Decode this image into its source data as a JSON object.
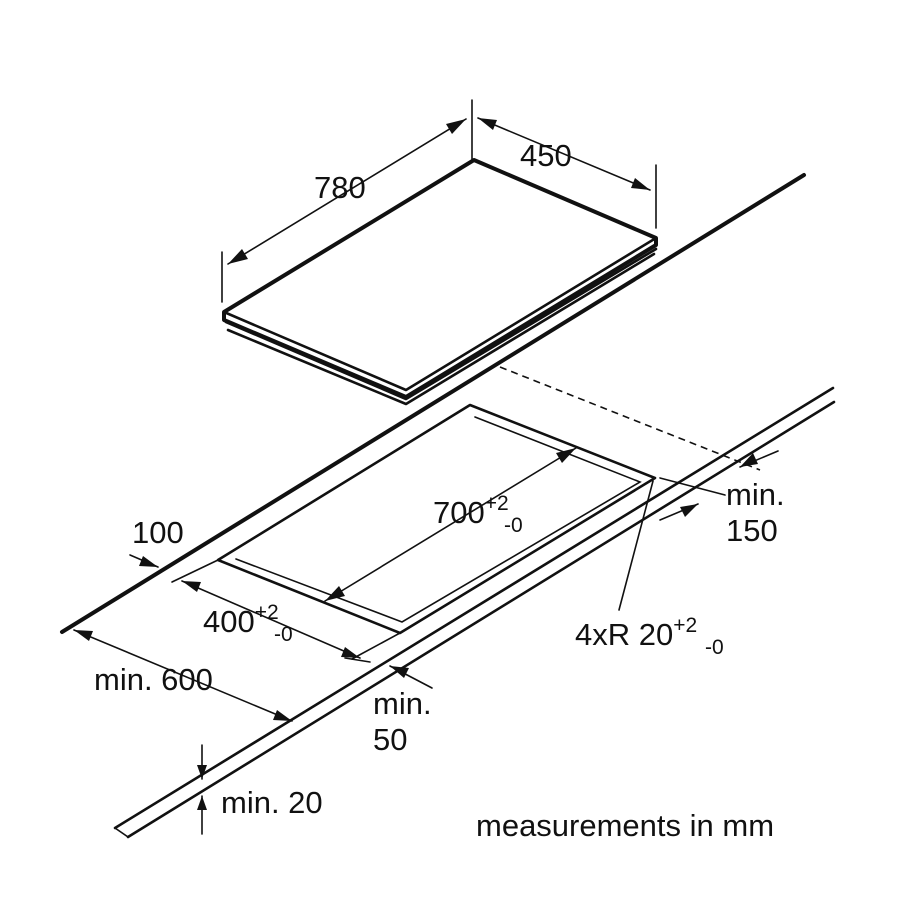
{
  "hob": {
    "length": "780",
    "width": "450"
  },
  "cutout": {
    "length": {
      "value": "700",
      "tol_upper": "+2",
      "tol_lower": "-0"
    },
    "width": {
      "value": "400",
      "tol_upper": "+2",
      "tol_lower": "-0"
    },
    "corner": {
      "prefix": "4xR 20",
      "tol_upper": "+2",
      "tol_lower": "-0"
    }
  },
  "clearances": {
    "front_edge": "100",
    "side_min_label": "min.",
    "side_min_value": "150",
    "depth": "min. 600",
    "front_min_label": "min.",
    "front_min_value": "50",
    "thickness": "min. 20"
  },
  "footer": {
    "units_note": "measurements in mm"
  }
}
